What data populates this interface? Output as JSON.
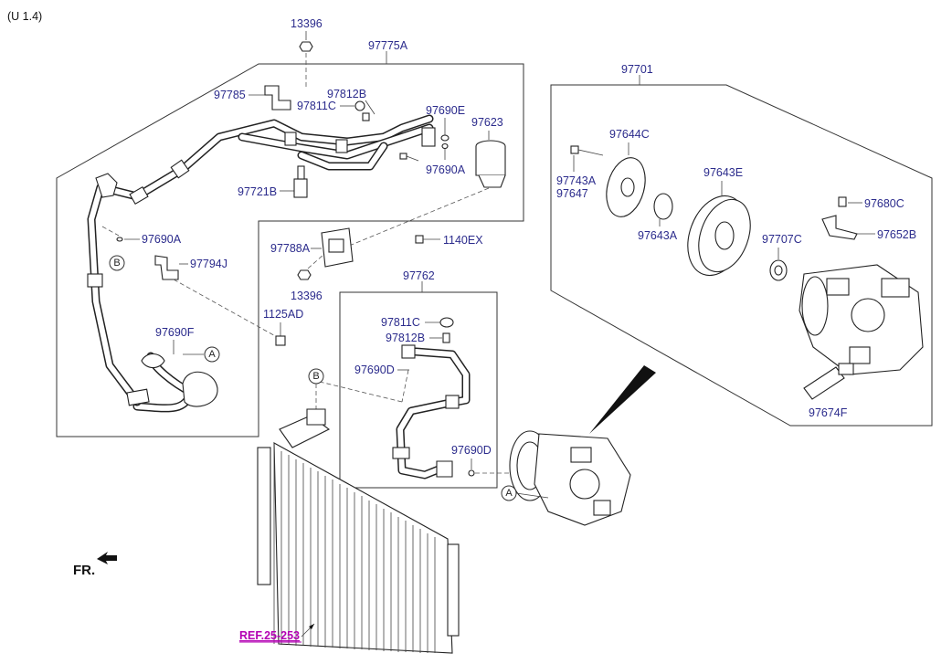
{
  "header": {
    "variant": "(U 1.4)"
  },
  "labels": {
    "p13396_top": "13396",
    "p97775A": "97775A",
    "p97785": "97785",
    "p97811C_top": "97811C",
    "p97812B_top": "97812B",
    "p97690E": "97690E",
    "p97623": "97623",
    "p97690A_right": "97690A",
    "p97721B": "97721B",
    "p97690A_left": "97690A",
    "p97794J": "97794J",
    "p97788A": "97788A",
    "p1140EX": "1140EX",
    "p13396_mid": "13396",
    "p1125AD": "1125AD",
    "p97690F": "97690F",
    "p97762": "97762",
    "p97811C_mid": "97811C",
    "p97812B_mid": "97812B",
    "p97690D_left": "97690D",
    "p97690D_right": "97690D",
    "p97701": "97701",
    "p97644C": "97644C",
    "p97743A": "97743A",
    "p97647": "97647",
    "p97643E": "97643E",
    "p97680C": "97680C",
    "p97643A": "97643A",
    "p97652B": "97652B",
    "p97707C": "97707C",
    "p97674F": "97674F"
  },
  "callouts": {
    "a": "A",
    "b": "B"
  },
  "footer": {
    "ref": "REF.25-253",
    "fr": "FR."
  },
  "colors": {
    "label": "#2b2b8c",
    "reference": "#b300b3",
    "line": "#222222"
  }
}
